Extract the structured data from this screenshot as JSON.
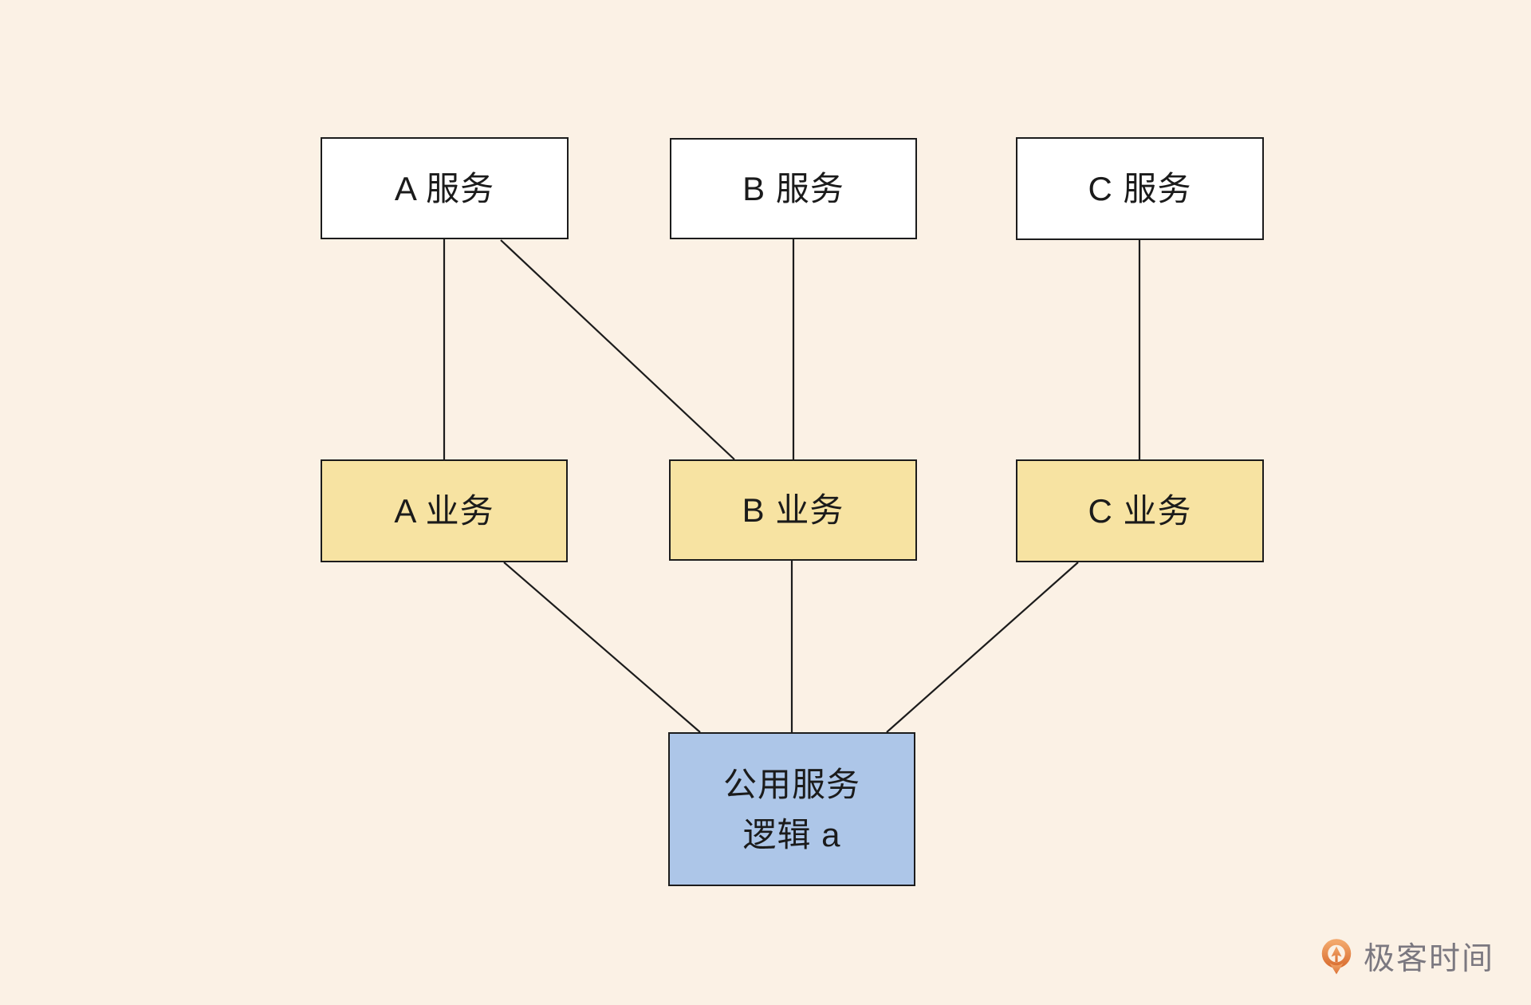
{
  "diagram": {
    "background_color": "#FBF1E5",
    "line_color": "#1c1c1c",
    "nodes": {
      "service_a": {
        "label": "A 服务",
        "fill": "#FFFFFF"
      },
      "service_b": {
        "label": "B 服务",
        "fill": "#FFFFFF"
      },
      "service_c": {
        "label": "C 服务",
        "fill": "#FFFFFF"
      },
      "biz_a": {
        "label": "A 业务",
        "fill": "#F7E3A2"
      },
      "biz_b": {
        "label": "B 业务",
        "fill": "#F7E3A2"
      },
      "biz_c": {
        "label": "C 业务",
        "fill": "#F7E3A2"
      },
      "shared": {
        "label": "公用服务\n逻辑 a",
        "fill": "#ADC6E8"
      }
    },
    "edges": [
      {
        "from": "service_a",
        "to": "biz_a"
      },
      {
        "from": "service_a",
        "to": "biz_b"
      },
      {
        "from": "service_b",
        "to": "biz_b"
      },
      {
        "from": "service_c",
        "to": "biz_c"
      },
      {
        "from": "biz_a",
        "to": "shared"
      },
      {
        "from": "biz_b",
        "to": "shared"
      },
      {
        "from": "biz_c",
        "to": "shared"
      }
    ]
  },
  "branding": {
    "logo_text": "极客时间",
    "logo_accent_color": "#E08445",
    "logo_text_color": "#7B7880"
  }
}
